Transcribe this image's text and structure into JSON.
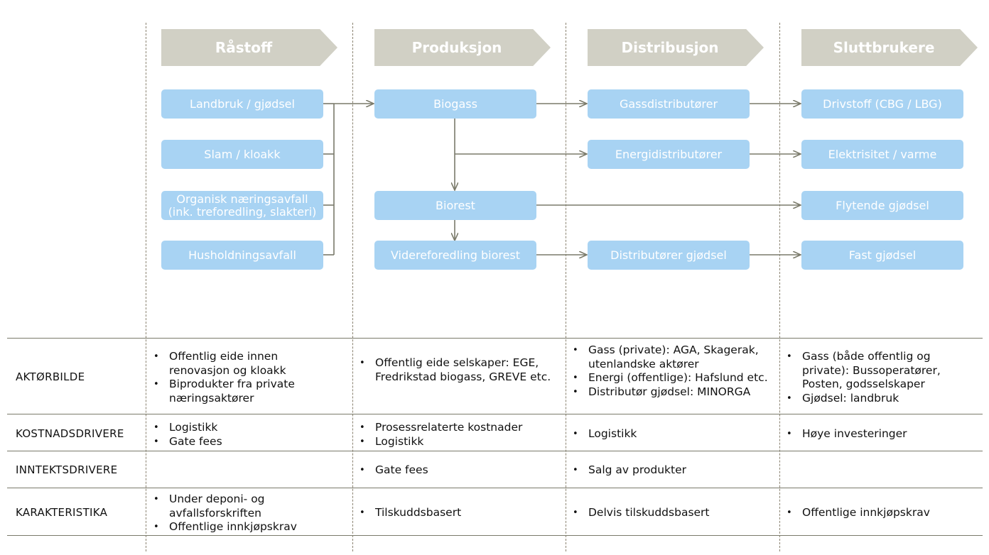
{
  "stages": [
    "Råstoff",
    "Produksjon",
    "Distribusjon",
    "Sluttbrukere"
  ],
  "boxes": {
    "landbruk": "Landbruk / gjødsel",
    "slam": "Slam / kloakk",
    "organisk_1": "Organisk næringsavfall",
    "organisk_2": "(ink. treforedling, slakteri)",
    "hushold": "Husholdningsavfall",
    "biogass": "Biogass",
    "biorest": "Biorest",
    "videre": "Videreforedling biorest",
    "gassdist": "Gassdistributører",
    "energidist": "Energidistributører",
    "distgjod": "Distributører gjødsel",
    "drivstoff": "Drivstoff (CBG / LBG)",
    "elektrisitet": "Elektrisitet / varme",
    "flytende": "Flytende gjødsel",
    "fast": "Fast gjødsel"
  },
  "table": {
    "rows": [
      "AKTØRBILDE",
      "KOSTNADSDRIVERE",
      "INNTEKTSDRIVERE",
      "KARAKTERISTIKA"
    ],
    "aktorbilde": {
      "c1": [
        "Offentlig eide innen renovasjon og kloakk",
        "Biprodukter fra private næringsaktører"
      ],
      "c2": [
        "Offentlig eide selskaper: EGE, Fredrikstad biogass, GREVE etc."
      ],
      "c3": [
        "Gass (private): AGA, Skagerak, utenlandske aktører",
        "Energi (offentlige): Hafslund etc.",
        "Distributør gjødsel: MINORGA"
      ],
      "c4": [
        "Gass (både offentlig og private): Bussoperatører, Posten, godsselskaper",
        "Gjødsel: landbruk"
      ]
    },
    "kostnad": {
      "c1": [
        "Logistikk",
        "Gate fees"
      ],
      "c2": [
        "Prosessrelaterte kostnader",
        "Logistikk"
      ],
      "c3": [
        "Logistikk"
      ],
      "c4": [
        "Høye investeringer"
      ]
    },
    "inntekt": {
      "c2": [
        "Gate fees"
      ],
      "c3": [
        "Salg av produkter"
      ]
    },
    "karakter": {
      "c1": [
        "Under deponi- og avfallsforskriften",
        "Offentlige innkjøpskrav"
      ],
      "c2": [
        "Tilskuddsbasert"
      ],
      "c3": [
        "Delvis tilskuddsbasert"
      ],
      "c4": [
        "Offentlige innkjøpskrav"
      ]
    }
  },
  "colors": {
    "box": "#a8d3f3",
    "chevron": "#d1d0c5",
    "lines": "#7a7a6a"
  }
}
